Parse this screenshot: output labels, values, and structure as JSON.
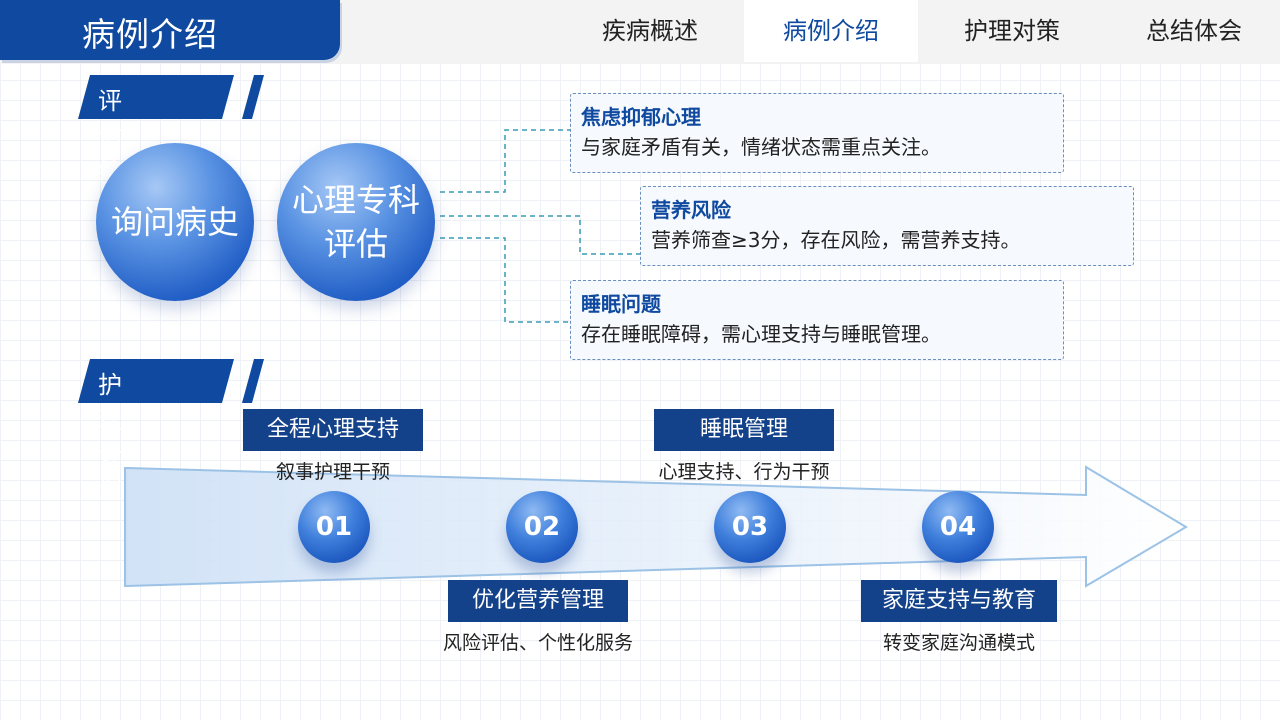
{
  "header": {
    "title": "病例介绍",
    "nav": [
      "疾病概述",
      "病例介绍",
      "护理对策",
      "总结体会"
    ]
  },
  "assessment": {
    "section_label": "评估结论",
    "circle1": "询问病史",
    "circle2_line1": "心理专科",
    "circle2_line2": "评估",
    "findings": [
      {
        "title": "焦虑抑郁心理",
        "desc": "与家庭矛盾有关，情绪状态需重点关注。"
      },
      {
        "title": "营养风险",
        "desc": "营养筛查≥3分，存在风险，需营养支持。"
      },
      {
        "title": "睡眠问题",
        "desc": "存在睡眠障碍，需心理支持与睡眠管理。"
      }
    ]
  },
  "plan": {
    "section_label": "护理计划",
    "steps": [
      {
        "num": "01",
        "title": "全程心理支持",
        "desc": "叙事护理干预"
      },
      {
        "num": "02",
        "title": "优化营养管理",
        "desc": "风险评估、个性化服务"
      },
      {
        "num": "03",
        "title": "睡眠管理",
        "desc": "心理支持、行为干预"
      },
      {
        "num": "04",
        "title": "家庭支持与教育",
        "desc": "转变家庭沟通模式"
      }
    ]
  },
  "colors": {
    "primary": "#0f4aa0",
    "dark": "#14428a"
  }
}
